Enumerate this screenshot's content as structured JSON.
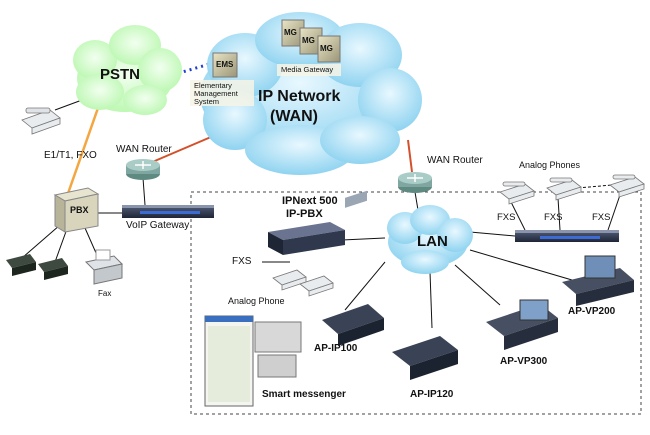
{
  "clouds": {
    "pstn": "PSTN",
    "wan_line1": "IP Network",
    "wan_line2": "(WAN)",
    "lan": "LAN"
  },
  "labels": {
    "ems": "EMS",
    "ems_desc_1": "Elementary",
    "ems_desc_2": "Management",
    "ems_desc_3": "System",
    "mg": "MG",
    "media_gateway": "Media Gateway",
    "e1_fxo": "E1/T1, FXO",
    "pbx": "PBX",
    "wan_router_left": "WAN Router",
    "wan_router_right": "WAN Router",
    "voip_gateway": "VoIP Gateway",
    "ipnext_line1": "IPNext 500",
    "ipnext_line2": "IP-PBX",
    "fxs_left": "FXS",
    "analog_phone": "Analog Phone",
    "analog_phones": "Analog Phones",
    "fxs_a": "FXS",
    "fxs_b": "FXS",
    "fxs_c": "FXS",
    "fax": "Fax",
    "ap_ip100": "AP-IP100",
    "ap_ip120": "AP-IP120",
    "ap_vp300": "AP-VP300",
    "ap_vp200": "AP-VP200",
    "smart_messenger": "Smart messenger"
  },
  "colors": {
    "cloud_fill": "#a9dff5",
    "pstn_fill": "#cfffc6",
    "link_orange": "#f4a640",
    "link_red": "#d4502a",
    "link_blue": "#1e3fd0",
    "router": "#7fa6a0",
    "device_dark": "#2b3446"
  }
}
